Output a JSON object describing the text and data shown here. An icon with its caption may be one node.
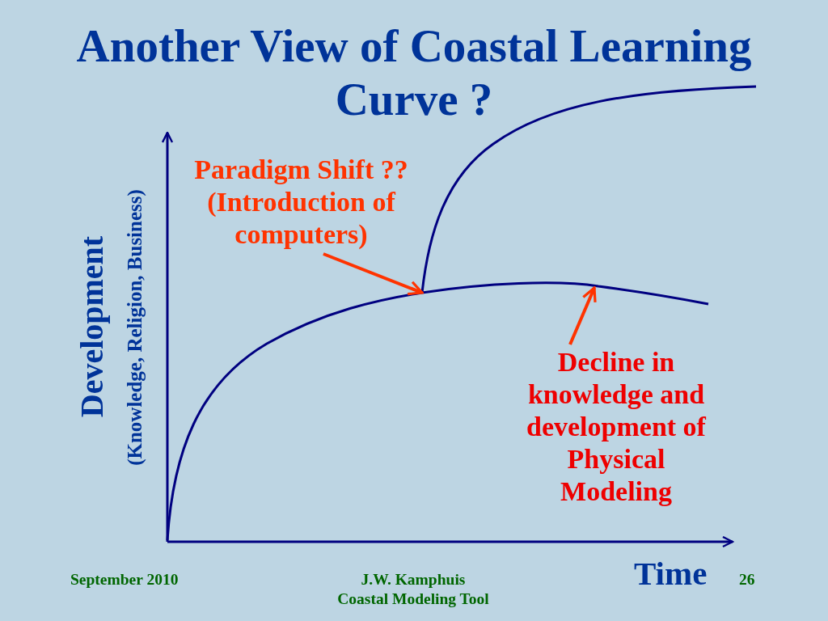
{
  "diagram": {
    "title": "Another View of Coastal Learning Curve ?",
    "nodes": [
      {
        "text": [
          "Paradigm Shift ?? (Introduction of computers)"
        ]
      },
      {
        "text": [
          "Decline in knowledge and development of Physical Modeling"
        ]
      }
    ],
    "edges": [
      {
        "from": 0,
        "to": null,
        "arrow": "to"
      },
      {
        "from": 1,
        "to": null,
        "arrow": "to"
      }
    ],
    "labels": [
      "Development",
      "(Knowledge, Religion, Business)",
      "Time",
      "September 2010",
      "J.W. Kamphuis",
      "Coastal Modeling Tool",
      "26"
    ]
  }
}
